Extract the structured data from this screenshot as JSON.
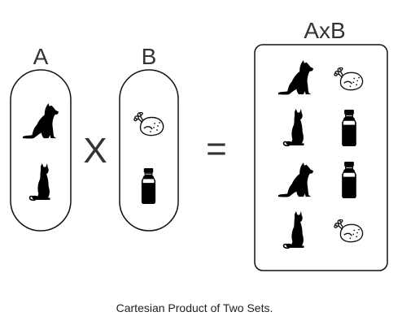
{
  "set_a": {
    "label": "A",
    "elements": [
      "dog-icon",
      "cat-icon"
    ]
  },
  "set_b": {
    "label": "B",
    "elements": [
      "chicken-icon",
      "bottle-icon"
    ]
  },
  "product": {
    "label": "AxB",
    "pairs": [
      [
        "dog-icon",
        "chicken-icon"
      ],
      [
        "cat-icon",
        "bottle-icon"
      ],
      [
        "dog-icon",
        "bottle-icon"
      ],
      [
        "cat-icon",
        "chicken-icon"
      ]
    ]
  },
  "operators": {
    "times": "X",
    "equals": "="
  },
  "caption": "Cartesian Product of Two Sets.",
  "colors": {
    "stroke": "#111111",
    "fill": "#000000",
    "text": "#333333"
  }
}
